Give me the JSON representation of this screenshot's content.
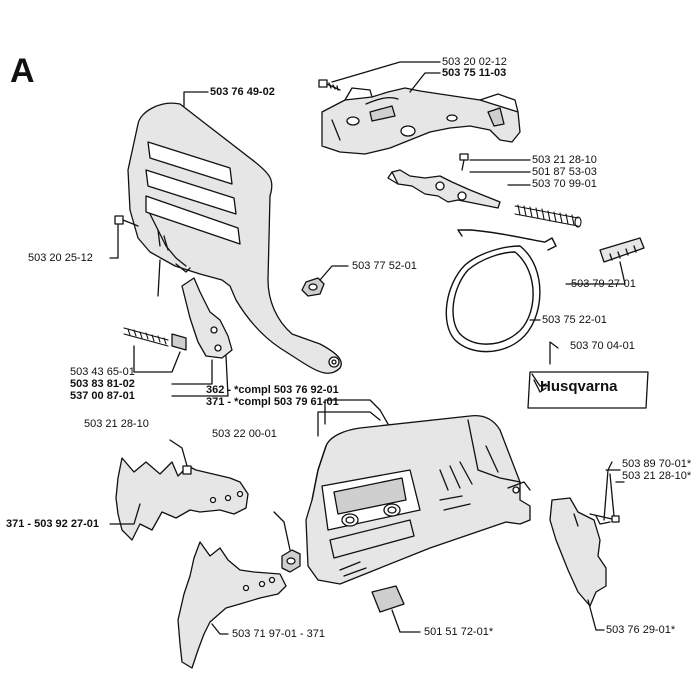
{
  "section_letter": "A",
  "brand_logo": "Husqvarna",
  "parts": {
    "p503_20_02_12": "503 20 02-12",
    "p503_75_11_03": "503 75 11-03",
    "p503_76_49_02": "503 76 49-02",
    "p503_21_28_10_top": "503 21 28-10",
    "p501_87_53_03": "501 87 53-03",
    "p503_70_99_01": "503 70 99-01",
    "p503_20_25_12": "503 20 25-12",
    "p503_77_52_01": "503 77 52-01",
    "p503_79_27_01": "503 79 27-01",
    "p503_75_22_01": "503 75 22-01",
    "p503_70_04_01": "503 70 04-01",
    "p503_43_65_01": "503 43 65-01",
    "p503_83_81_02": "503 83 81-02",
    "p537_00_87_01": "537 00 87-01",
    "compl_362": "362 - *compl 503 76 92-01",
    "compl_371": "371 - *compl 503 79 61-01",
    "p503_21_28_10_left": "503 21 28-10",
    "p503_22_00_01": "503 22 00-01",
    "p503_89_70_01": "503 89 70-01*",
    "p503_21_28_10_right": "503 21 28-10*",
    "p371_503_92_27_01": "371 - 503 92 27-01",
    "p503_71_97_01": "503 71 97-01 - 371",
    "p501_51_72_01": "501 51 72-01*",
    "p503_76_29_01": "503 76 29-01*"
  },
  "colors": {
    "ink": "#111111",
    "paper": "#ffffff",
    "fill_light": "#e6e6e6",
    "fill_mid": "#cfcfcf"
  }
}
